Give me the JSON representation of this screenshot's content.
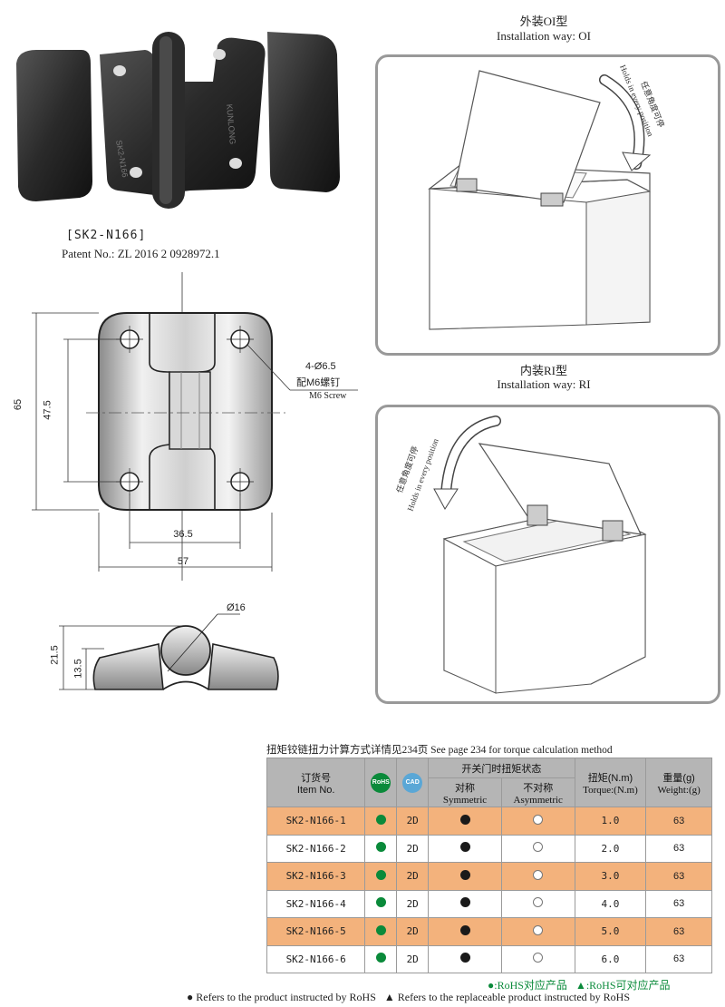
{
  "product": {
    "code_label": "[SK2-N166]",
    "patent": "Patent No.: ZL 2016 2 0928972.1",
    "part_marking_left": "SK2-N166",
    "part_marking_right": "KUNLONG"
  },
  "installation_oi": {
    "title_cn": "外装OI型",
    "title_en": "Installation way: OI",
    "note_cn": "任意角度可停",
    "note_en": "Holds in every position"
  },
  "installation_ri": {
    "title_cn": "内装RI型",
    "title_en": "Installation way: RI",
    "note_cn": "任意角度可停",
    "note_en": "Holds in every position"
  },
  "drawing": {
    "dim_65": "65",
    "dim_47_5": "47.5",
    "dim_36_5": "36.5",
    "dim_57": "57",
    "hole_spec": "4-Ø6.5",
    "screw_cn": "配M6螺钉",
    "screw_en": "M6 Screw",
    "dim_d16": "Ø16",
    "dim_21_5": "21.5",
    "dim_13_5": "13.5"
  },
  "table": {
    "caption": "扭矩铰链扭力计算方式详情见234页 See page 234 for torque calculation method",
    "headers": {
      "item_cn": "订货号",
      "item_en": "Item No.",
      "rohs_icon": "RoHS",
      "cad_icon": "CAD",
      "state_cn": "开关门时扭矩状态",
      "sym_cn": "对称",
      "sym_en": "Symmetric",
      "asym_cn": "不对称",
      "asym_en": "Asymmetric",
      "torque_cn": "扭矩(N.m)",
      "torque_en": "Torque:(N.m)",
      "weight_cn": "重量(g)",
      "weight_en": "Weight:(g)"
    },
    "rows": [
      {
        "item": "SK2-N166-1",
        "cad": "2D",
        "torque": "1.0",
        "weight": "63"
      },
      {
        "item": "SK2-N166-2",
        "cad": "2D",
        "torque": "2.0",
        "weight": "63"
      },
      {
        "item": "SK2-N166-3",
        "cad": "2D",
        "torque": "3.0",
        "weight": "63"
      },
      {
        "item": "SK2-N166-4",
        "cad": "2D",
        "torque": "4.0",
        "weight": "63"
      },
      {
        "item": "SK2-N166-5",
        "cad": "2D",
        "torque": "5.0",
        "weight": "63"
      },
      {
        "item": "SK2-N166-6",
        "cad": "2D",
        "torque": "6.0",
        "weight": "63"
      }
    ]
  },
  "legend": {
    "line1_a": "●:RoHS对应产品",
    "line1_b": "▲:RoHS可对应产品",
    "line2_a": "● Refers to the product instructed by RoHS",
    "line2_b": "▲ Refers to the replaceable product instructed by RoHS"
  },
  "colors": {
    "row_highlight": "#f3b27c",
    "header_gray": "#b5b5b5",
    "rohs_green": "#0a8a3a",
    "cad_blue": "#5aa7d6",
    "panel_border": "#999999"
  }
}
